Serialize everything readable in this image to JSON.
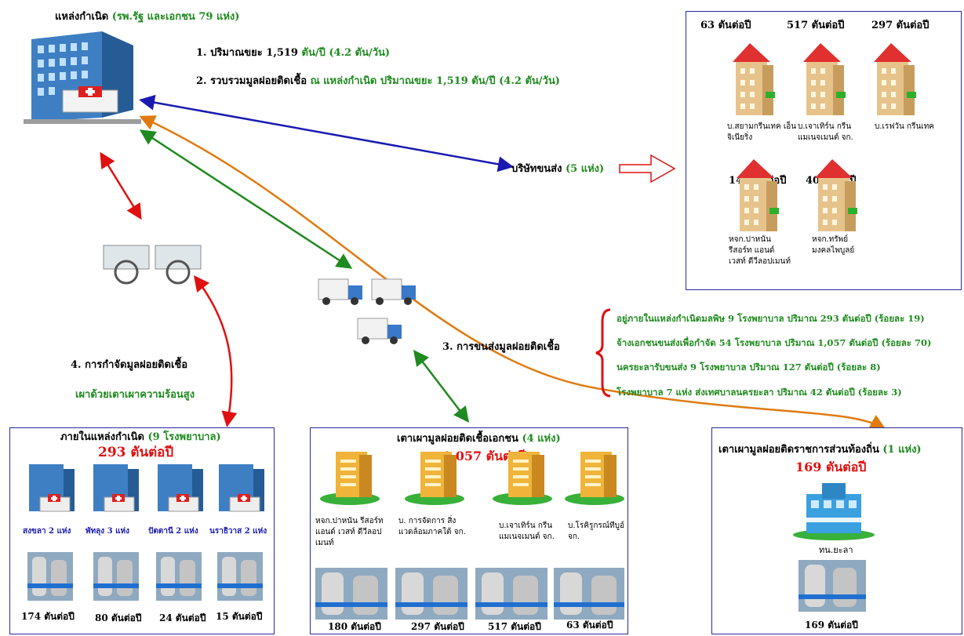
{
  "source": {
    "title": "แหล่งกำเนิด",
    "title_sub": "(รพ.รัฐ และเอกชน 79 แห่ง)",
    "line1_a": "1. ปริมาณขยะ 1,519",
    "line1_b": "ตัน/ปี (4.2 ตัน/วัน)",
    "line2_a": "2. รวบรวมมูลฝอยติดเชื้อ",
    "line2_b": "ณ แหล่งกำเนิด ปริมาณขยะ 1,519 ตัน/ปี (4.2 ตัน/วัน)"
  },
  "transport": {
    "label": "บริษัทขนส่ง",
    "count": "(5 แห่ง)",
    "companies": [
      {
        "amount": "63 ตันต่อปี",
        "name": "บ.สยามกรีนเทค เอ็นจิเนียริ่ง"
      },
      {
        "amount": "517 ตันต่อปี",
        "name": "บ.เจาเทิร์น กรีน แมเนจเมนต์ จก."
      },
      {
        "amount": "297 ตันต่อปี",
        "name": "บ.เรฟวัน กรีนเทค"
      },
      {
        "amount": "140 ตันต่อปี",
        "name": "หจก.ปาหนัน รีสอร์ท แอนด์ เวสท์ ดีวีลอปเมนท์"
      },
      {
        "amount": "40 ตันต่อปี",
        "name": "หจก.ทรัพย์ มงคลไพบูลย์"
      }
    ]
  },
  "step3": {
    "label": "3. การขนส่งมูลฝอยติดเชื้อ",
    "items": [
      "อยู่ภายในแหล่งกำเนิดมลพิษ  9 โรงพยาบาล ปริมาณ 293 ตันต่อปี (ร้อยละ 19)",
      "จ้างเอกชนขนส่งเพื่อกำจัด    54 โรงพยาบาล ปริมาณ 1,057 ตันต่อปี (ร้อยละ 70)",
      "นครยะลารับขนส่ง 9 โรงพยาบาล ปริมาณ 127 ตันต่อปี (ร้อยละ 8)",
      "โรงพยาบาล 7 แห่ง ส่งเทศบาลนครยะลา ปริมาณ 42  ตันต่อปี (ร้อยละ 3)"
    ]
  },
  "step4": {
    "label": "4. การกำจัดมูลฝอยติดเชื้อ",
    "method": "เผาด้วยเตาเผาความร้อนสูง"
  },
  "panel_internal": {
    "title": "ภายในแหล่งกำเนิด",
    "title_sub": "(9 โรงพยาบาล)",
    "total": "293 ตันต่อปี",
    "hospitals": [
      "สงขลา 2 แห่ง",
      "พัทลุง 3 แห่ง",
      "ปัตตานี 2 แห่ง",
      "นราธิวาส 2 แห่ง"
    ],
    "amounts": [
      "174 ตันต่อปี",
      "80 ตันต่อปี",
      "24 ตันต่อปี",
      "15 ตันต่อปี"
    ]
  },
  "panel_private": {
    "title": "เตาเผามูลฝอยติดเชื้อเอกชน",
    "title_sub": "(4 แห่ง)",
    "total": "1,057 ตันต่อปี",
    "companies": [
      "หจก.ปาหนัน รีสอร์ท แอนด์ เวสท์ ดีวีลอปเมนท์",
      "บ.  การจัดการ สิ่งแวดล้อมภาคใต้ จก.",
      "บ.เจาเทิร์น กรีน แมเนจเมนต์ จก.",
      "บ.โรคิรูกรณ์ทีบูอ์ จก."
    ],
    "amounts": [
      "180 ตันต่อปี",
      "297 ตันต่อปี",
      "517 ตันต่อปี",
      "63 ตันต่อปี"
    ]
  },
  "panel_local": {
    "title": "เตาเผามูลฝอยติดราชการส่วนท้องถิ่น",
    "title_sub": "(1 แห่ง)",
    "total": "169 ตันต่อปี",
    "name": "ทน.ยะลา",
    "amount": "169  ตันต่อปี"
  },
  "colors": {
    "green": "#1f8a1f",
    "blue": "#1a1ab0",
    "red": "#e01010",
    "orange": "#e07a10",
    "panel_border": "#2a2a9a"
  }
}
